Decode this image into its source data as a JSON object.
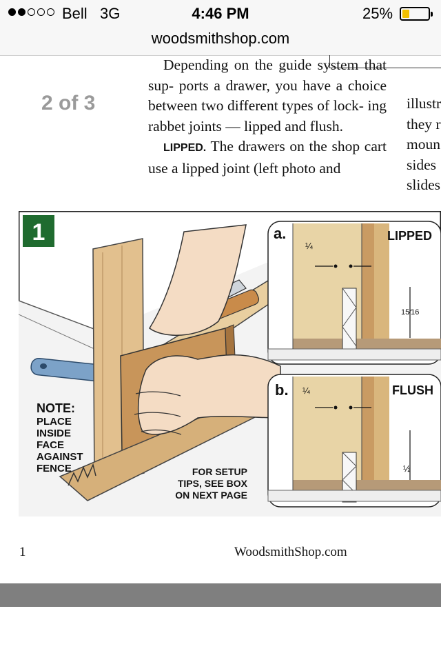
{
  "status": {
    "carrier": "Bell",
    "network": "3G",
    "time": "4:46 PM",
    "battery": "25%",
    "battery_level": 0.25,
    "signal_bars_filled": 2,
    "signal_bars_total": 5
  },
  "browser": {
    "url": "woodsmithshop.com"
  },
  "page_indicator": "2 of 3",
  "article": {
    "line1": "Depending on the guide system that sup-",
    "line2": "ports a drawer, you have a choice between two different types of lock- ing rabbet joints — lipped and flush.",
    "runin": "LIPPED.",
    "line3": " The drawers on the shop cart use a lipped joint (left photo and",
    "right_fragments": [
      "illustr",
      "they r",
      "moun",
      "sides",
      "slides"
    ]
  },
  "figure": {
    "number": "1",
    "note": [
      "NOTE:",
      "PLACE",
      "INSIDE",
      "FACE",
      "AGAINST",
      "FENCE"
    ],
    "tips": [
      "FOR SETUP",
      "TIPS, SEE BOX",
      "ON NEXT PAGE"
    ],
    "detail_a": {
      "letter": "a.",
      "title": "LIPPED",
      "dim_top": "¼",
      "dim_side": "15⁄16"
    },
    "detail_b": {
      "letter": "b.",
      "title": "FLUSH",
      "dim_top": "¼",
      "dim_side": "½"
    },
    "colors": {
      "green": "#1f6b2f",
      "wood": "#e2c08e",
      "wood_dark": "#c79a5e",
      "skin": "#f4dcc4",
      "blue": "#7ca2c8",
      "board": "#c8955a"
    }
  },
  "footer": {
    "page_number": "1",
    "site": "WoodsmithShop.com"
  }
}
